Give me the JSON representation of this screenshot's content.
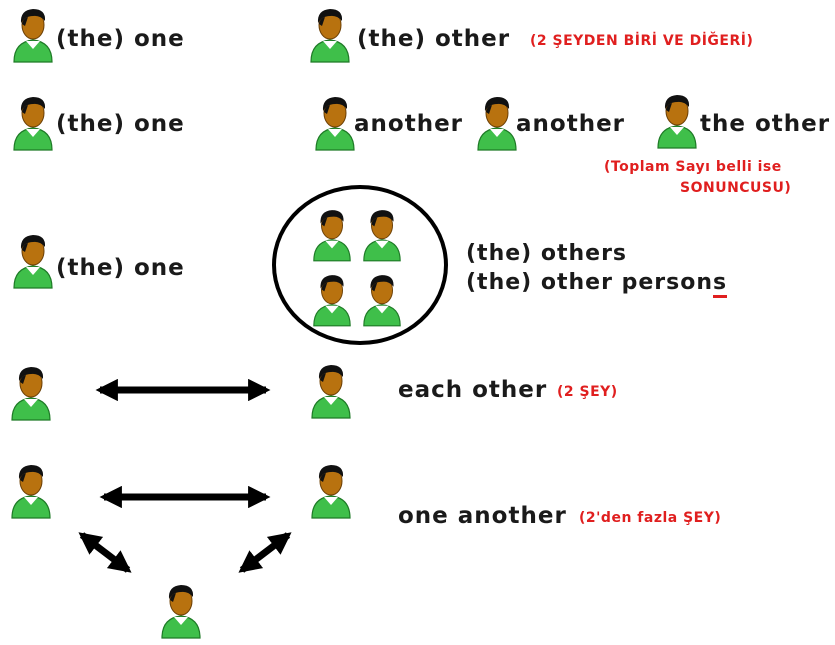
{
  "rows": {
    "row1": {
      "left": "(the) one",
      "right": "(the) other",
      "note": "(2 ŞEYDEN BİRİ VE DİĞERİ)"
    },
    "row2": {
      "left": "(the) one",
      "another_1": "another",
      "another_2": "another",
      "right": "the other",
      "note_line1": "(Toplam Sayı belli ise",
      "note_line2": "SONUNCUSU)"
    },
    "row3": {
      "left": "(the) one",
      "group_line1": "(the) others",
      "group_line2_prefix": "(the) other person",
      "group_line2_suffix": "s"
    },
    "row4": {
      "label": "each other",
      "note": "(2 ŞEY)"
    },
    "row5": {
      "label": "one another",
      "note": "(2'den fazla ŞEY)"
    }
  },
  "icons": {
    "person": "person-icon",
    "arrow": "double-arrow-icon"
  },
  "colors": {
    "shirt": "#3fbf4a",
    "skin": "#b8720f",
    "hair": "#111111",
    "note_red": "#e01f1f",
    "text": "#1a1a1a"
  }
}
